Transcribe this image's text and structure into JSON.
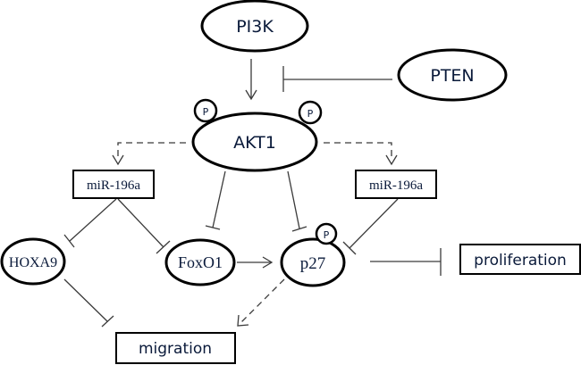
{
  "diagram": {
    "type": "signaling-pathway",
    "nodes": {
      "pi3k": {
        "label": "PI3K",
        "shape": "ellipse"
      },
      "pten": {
        "label": "PTEN",
        "shape": "ellipse"
      },
      "akt1": {
        "label": "AKT1",
        "shape": "ellipse",
        "phospho_sites": 2
      },
      "mir196a_left": {
        "label": "miR-196a",
        "shape": "box"
      },
      "mir196a_right": {
        "label": "miR-196a",
        "shape": "box"
      },
      "hoxa9": {
        "label": "HOXA9",
        "shape": "ellipse"
      },
      "foxo1": {
        "label": "FoxO1",
        "shape": "ellipse"
      },
      "p27": {
        "label": "p27",
        "shape": "ellipse",
        "phospho_sites": 1
      },
      "proliferation": {
        "label": "proliferation",
        "shape": "box"
      },
      "migration": {
        "label": "migration",
        "shape": "box"
      }
    },
    "phospho_label": "P",
    "edges": [
      {
        "from": "PI3K",
        "to": "AKT1",
        "type": "activation",
        "style": "solid"
      },
      {
        "from": "PTEN",
        "to": "PI3K-AKT1",
        "type": "inhibition",
        "style": "solid"
      },
      {
        "from": "AKT1",
        "to": "miR-196a (left)",
        "type": "activation",
        "style": "dashed"
      },
      {
        "from": "AKT1",
        "to": "miR-196a (right)",
        "type": "activation",
        "style": "dashed"
      },
      {
        "from": "AKT1",
        "to": "FoxO1",
        "type": "inhibition",
        "style": "solid"
      },
      {
        "from": "AKT1",
        "to": "p27",
        "type": "inhibition",
        "style": "solid"
      },
      {
        "from": "miR-196a (left)",
        "to": "HOXA9",
        "type": "inhibition",
        "style": "solid"
      },
      {
        "from": "miR-196a (left)",
        "to": "FoxO1",
        "type": "inhibition",
        "style": "solid"
      },
      {
        "from": "miR-196a (right)",
        "to": "p27",
        "type": "inhibition",
        "style": "solid"
      },
      {
        "from": "FoxO1",
        "to": "p27",
        "type": "activation",
        "style": "solid"
      },
      {
        "from": "p27",
        "to": "proliferation",
        "type": "inhibition",
        "style": "solid"
      },
      {
        "from": "HOXA9",
        "to": "migration",
        "type": "inhibition",
        "style": "solid"
      },
      {
        "from": "p27",
        "to": "migration",
        "type": "activation",
        "style": "dashed"
      }
    ]
  }
}
